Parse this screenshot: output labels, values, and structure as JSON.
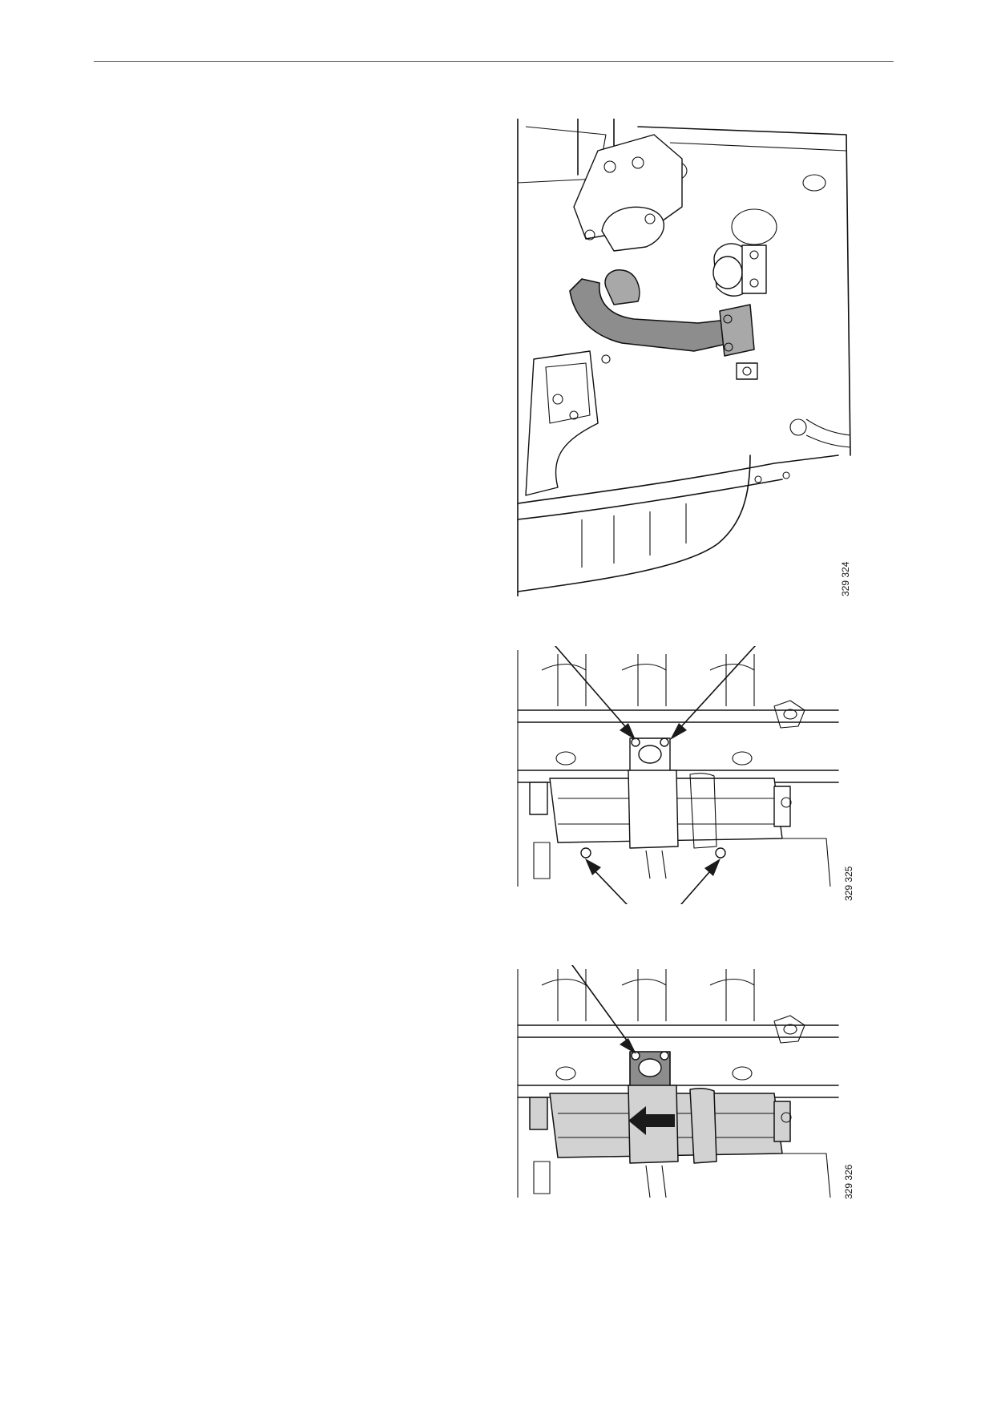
{
  "figures": [
    {
      "ref": "329 324",
      "icon": "pipe-highlighted-illustration"
    },
    {
      "ref": "329 325",
      "icon": "mounting-bolts-arrows-illustration"
    },
    {
      "ref": "329 326",
      "icon": "remove-direction-arrow-illustration"
    }
  ],
  "colors": {
    "highlight": "#8d8d8d",
    "light_highlight": "#d2d2d2",
    "line": "#111111"
  }
}
